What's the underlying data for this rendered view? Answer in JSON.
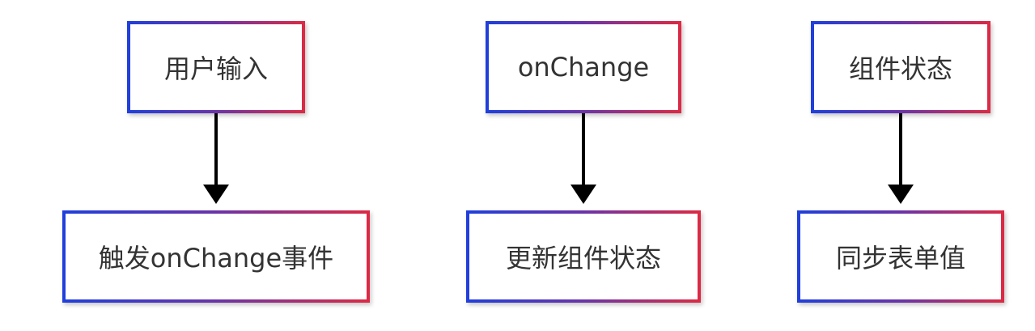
{
  "diagram": {
    "columns": [
      {
        "top": "用户输入",
        "bottom": "触发onChange事件"
      },
      {
        "top": "onChange",
        "bottom": "更新组件状态"
      },
      {
        "top": "组件状态",
        "bottom": "同步表单值"
      }
    ],
    "colors": {
      "border_gradient_start": "#1f3fdc",
      "border_gradient_end": "#dc2a44",
      "arrow": "#000000",
      "text": "#333333"
    }
  }
}
